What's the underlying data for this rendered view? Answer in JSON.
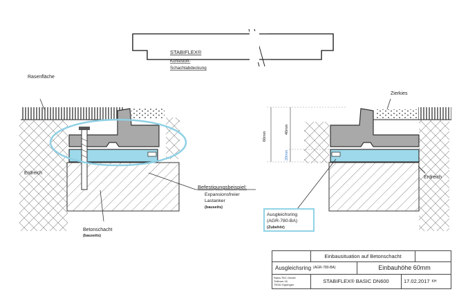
{
  "cover": {
    "brand": "STABIFLEX®",
    "line1": "Kunststoff-",
    "line2": "Schachtabdeckung"
  },
  "labels": {
    "rasenflaeche": "Rasenfläche",
    "zierkies": "Zierkies",
    "erdreich_left": "Erdreich",
    "erdreich_right": "Erdreich",
    "betonschacht": "Betonschacht",
    "betonschacht_sub": "(bauseits)",
    "befestigung_title": "Befestigungsbeispiel:",
    "befestigung_l1": "Expansionsfreier",
    "befestigung_l2": "Lastanker",
    "befestigung_sub": "(bauseits)",
    "ring_l1": "Ausgleichsring",
    "ring_l2": "(AGR-780-BA)",
    "ring_sub": "(Zubehör)"
  },
  "dimensions": {
    "total": "60mm",
    "upper": "40mm",
    "lower": "20mm"
  },
  "title_block": {
    "heading": "Einbausituation auf Betonschacht",
    "item": "Ausgleichsring",
    "item_code": "(AGR-780-BA)",
    "height": "Einbauhöhe 60mm",
    "company_1": "Raha-TEC GmbH",
    "company_2": "Tulfeum 16",
    "company_3": "75031 Eppingen",
    "product": "STABIFLEX®  BASIC DN600",
    "date": "17.02.2017",
    "initials": "KH"
  },
  "colors": {
    "accent": "#5bc0d8",
    "fill_blue": "#9dd9ea",
    "ring_blue": "#8fd3e6",
    "gray": "#a9a9a9",
    "line": "#333333"
  }
}
